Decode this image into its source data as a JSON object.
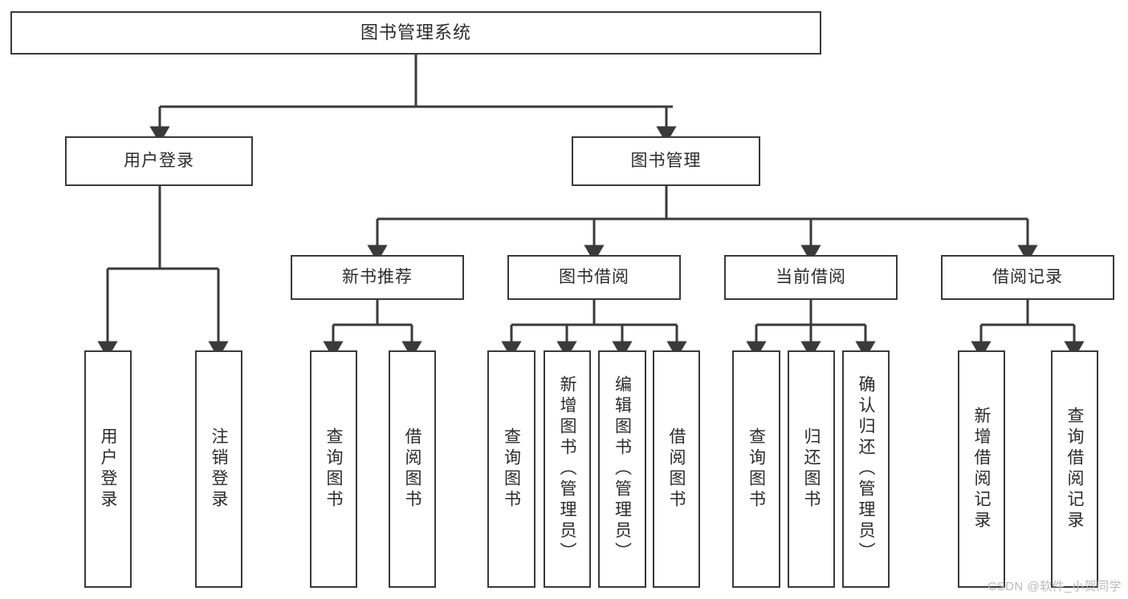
{
  "diagram": {
    "type": "tree-hierarchy",
    "title": "图书管理系统",
    "orientation": "top-down",
    "watermark": "CSDN @软件_小贺同学",
    "colors": {
      "background": "#ffffff",
      "box_border": "#3a3a3a",
      "box_fill": "#ffffff",
      "text": "#2b2b2b",
      "connector": "#3a3a3a",
      "watermark": "#b9b9b9"
    },
    "levels": [
      {
        "level": 1,
        "nodes": [
          {
            "id": "root",
            "label": "图书管理系统",
            "text_orientation": "horizontal"
          }
        ]
      },
      {
        "level": 2,
        "nodes": [
          {
            "id": "login",
            "label": "用户登录",
            "text_orientation": "horizontal",
            "parent": "root"
          },
          {
            "id": "bookmgmt",
            "label": "图书管理",
            "text_orientation": "horizontal",
            "parent": "root"
          }
        ]
      },
      {
        "level": 3,
        "nodes": [
          {
            "id": "newbook",
            "label": "新书推荐",
            "text_orientation": "horizontal",
            "parent": "bookmgmt"
          },
          {
            "id": "borrow",
            "label": "图书借阅",
            "text_orientation": "horizontal",
            "parent": "bookmgmt"
          },
          {
            "id": "current",
            "label": "当前借阅",
            "text_orientation": "horizontal",
            "parent": "bookmgmt"
          },
          {
            "id": "record",
            "label": "借阅记录",
            "text_orientation": "horizontal",
            "parent": "bookmgmt"
          }
        ]
      },
      {
        "level": 4,
        "nodes": [
          {
            "id": "leaf1",
            "label": "用户登录",
            "text_orientation": "vertical",
            "parent": "login"
          },
          {
            "id": "leaf2",
            "label": "注销登录",
            "text_orientation": "vertical",
            "parent": "login"
          },
          {
            "id": "leaf3",
            "label": "查询图书",
            "text_orientation": "vertical",
            "parent": "newbook"
          },
          {
            "id": "leaf4",
            "label": "借阅图书",
            "text_orientation": "vertical",
            "parent": "newbook"
          },
          {
            "id": "leaf5",
            "label": "查询图书",
            "text_orientation": "vertical",
            "parent": "borrow"
          },
          {
            "id": "leaf6",
            "label": "新增图书（管理员）",
            "text_orientation": "vertical",
            "parent": "borrow"
          },
          {
            "id": "leaf7",
            "label": "编辑图书（管理员）",
            "text_orientation": "vertical",
            "parent": "borrow"
          },
          {
            "id": "leaf8",
            "label": "借阅图书",
            "text_orientation": "vertical",
            "parent": "borrow"
          },
          {
            "id": "leaf9",
            "label": "查询图书",
            "text_orientation": "vertical",
            "parent": "current"
          },
          {
            "id": "leaf10",
            "label": "归还图书",
            "text_orientation": "vertical",
            "parent": "current"
          },
          {
            "id": "leaf11",
            "label": "确认归还（管理员）",
            "text_orientation": "vertical",
            "parent": "current"
          },
          {
            "id": "leaf12",
            "label": "新增借阅记录",
            "text_orientation": "vertical",
            "parent": "record"
          },
          {
            "id": "leaf13",
            "label": "查询借阅记录",
            "text_orientation": "vertical",
            "parent": "record"
          }
        ]
      }
    ]
  }
}
